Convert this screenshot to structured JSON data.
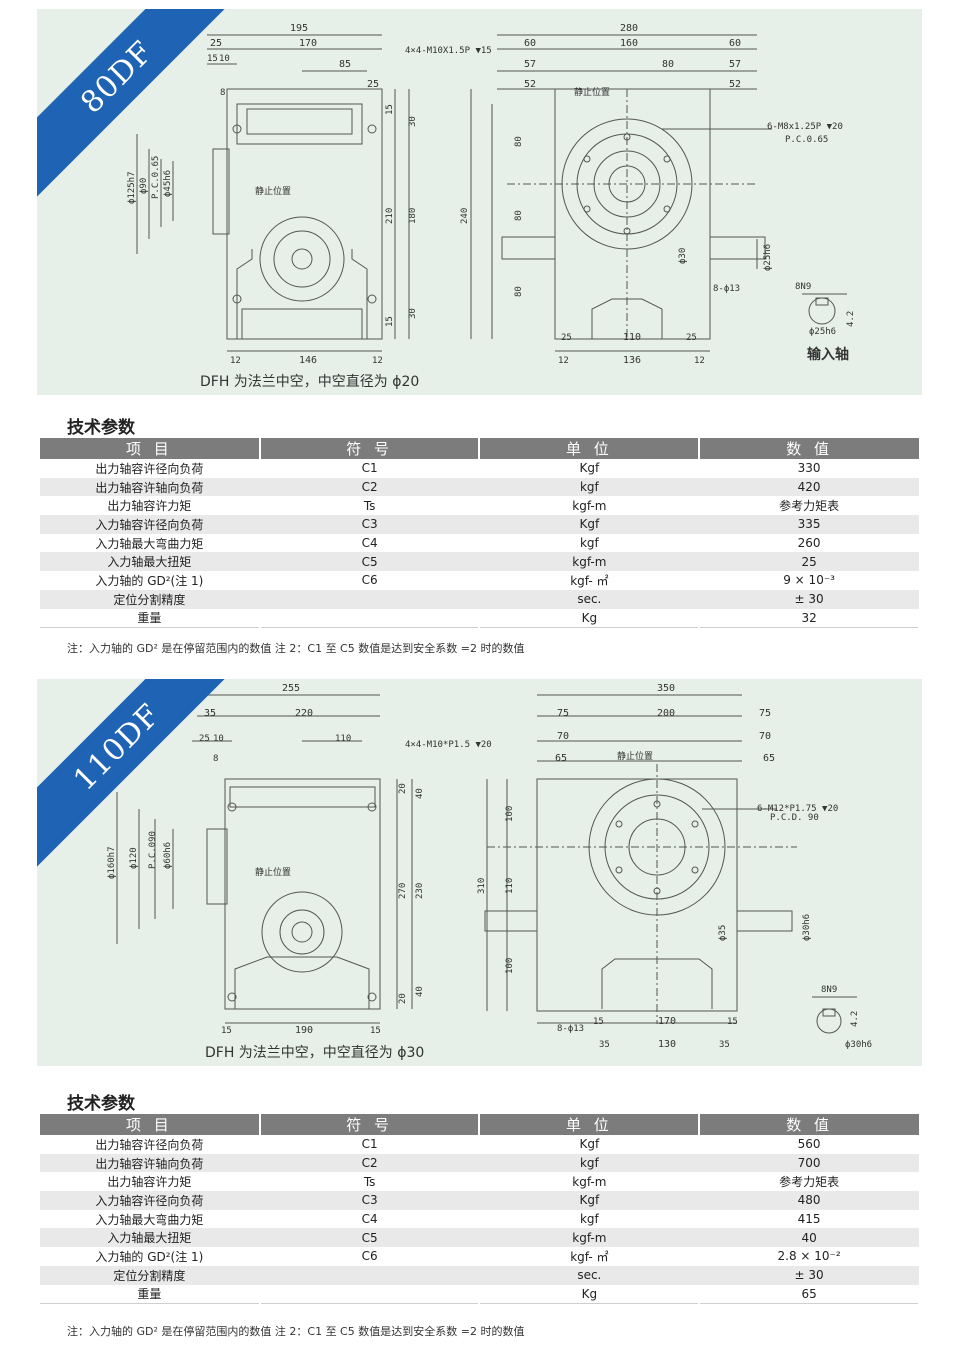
{
  "models": [
    {
      "label": "80DF",
      "caption": "DFH 为法兰中空，中空直径为 ϕ20",
      "dims": {
        "d195": "195",
        "d25a": "25",
        "d170": "170",
        "d15": "15",
        "d10": "10",
        "d85": "85",
        "d25b": "25",
        "d8": "8",
        "d4x4": "4×4-M10X1.5P ▼15",
        "d15r": "15",
        "d30a": "30",
        "d210": "210",
        "d180": "180",
        "d15r2": "15",
        "d30b": "30",
        "d125": "ϕ125h7",
        "d90": "ϕ90",
        "dpc": "P.C.0.65",
        "d45": "ϕ45h6",
        "stop1": "静止位置",
        "d12a": "12",
        "d146": "146",
        "d12b": "12",
        "d280": "280",
        "d60a": "60",
        "d160": "160",
        "d60b": "60",
        "d57a": "57",
        "d80": "80",
        "d57b": "57",
        "d52a": "52",
        "d52b": "52",
        "stop2": "静止位置",
        "d6m8": "6-M8x1.25P ▼20",
        "dpc65": "P.C.0.65",
        "d240": "240",
        "dv80a": "80",
        "dv80b": "80",
        "dv80c": "80",
        "d30s": "ϕ30",
        "d25h6": "ϕ25h6",
        "d8p13": "8-ϕ13",
        "d25c": "25",
        "d110": "110",
        "d25d": "25",
        "d12c": "12",
        "d136": "136",
        "d12d": "12",
        "d8n9": "8N9",
        "d25h6b": "ϕ25h6",
        "d42": "4.2",
        "input": "输入轴"
      }
    },
    {
      "label": "110DF",
      "caption": "DFH 为法兰中空，中空直径为 ϕ30",
      "dims": {
        "d255": "255",
        "d35": "35",
        "d220": "220",
        "d25": "25",
        "d10": "10",
        "d110": "110",
        "d8": "8",
        "d4x4": "4×4-M10*P1.5 ▼20",
        "d20a": "20",
        "d40a": "40",
        "d270": "270",
        "d230": "230",
        "d20b": "20",
        "d40b": "40",
        "d160": "ϕ160h7",
        "d120": "ϕ120",
        "dpc": "P.C.090",
        "d60": "ϕ60h6",
        "stop1": "静止位置",
        "d15a": "15",
        "d190": "190",
        "d15b": "15",
        "d350": "350",
        "d75a": "75",
        "d200": "200",
        "d75b": "75",
        "d70a": "70",
        "d70b": "70",
        "d65a": "65",
        "d65b": "65",
        "stop2": "静止位置",
        "d6m12": "6-M12*P1.75 ▼20",
        "dpc90": "P.C.D. 90",
        "d310": "310",
        "dv100a": "100",
        "dv110": "110",
        "dv100b": "100",
        "d35s": "ϕ35",
        "d30h6": "ϕ30h6",
        "d8p13": "8-ϕ13",
        "d15c": "15",
        "d170": "170",
        "d15d": "15",
        "d35c": "35",
        "d130": "130",
        "d35d": "35",
        "d8n9": "8N9",
        "d30h6b": "ϕ30h6",
        "d42": "4.2"
      }
    }
  ],
  "sections": [
    {
      "title": "技术参数",
      "headers": [
        "项 目",
        "符 号",
        "单 位",
        "数 值"
      ],
      "rows": [
        [
          "出力轴容许径向负荷",
          "C1",
          "Kgf",
          "330"
        ],
        [
          "出力轴容许轴向负荷",
          "C2",
          "kgf",
          "420"
        ],
        [
          "出力轴容许力矩",
          "Ts",
          "kgf-m",
          "参考力矩表"
        ],
        [
          "入力轴容许径向负荷",
          "C3",
          "Kgf",
          "335"
        ],
        [
          "入力轴最大弯曲力矩",
          "C4",
          "kgf",
          "260"
        ],
        [
          "入力轴最大扭矩",
          "C5",
          "kgf-m",
          "25"
        ],
        [
          "入力轴的 GD²(注 1)",
          "C6",
          "kgf- ㎡",
          "9 × 10⁻³"
        ],
        [
          "定位分割精度",
          "",
          "sec.",
          "± 30"
        ],
        [
          "重量",
          "",
          "Kg",
          "32"
        ]
      ],
      "note": "注：入力轴的 GD² 是在停留范围内的数值   注 2：C1 至 C5 数值是达到安全系数 =2 时的数值"
    },
    {
      "title": "技术参数",
      "headers": [
        "项 目",
        "符 号",
        "单 位",
        "数 值"
      ],
      "rows": [
        [
          "出力轴容许径向负荷",
          "C1",
          "Kgf",
          "560"
        ],
        [
          "出力轴容许轴向负荷",
          "C2",
          "kgf",
          "700"
        ],
        [
          "出力轴容许力矩",
          "Ts",
          "kgf-m",
          "参考力矩表"
        ],
        [
          "入力轴容许径向负荷",
          "C3",
          "Kgf",
          "480"
        ],
        [
          "入力轴最大弯曲力矩",
          "C4",
          "kgf",
          "415"
        ],
        [
          "入力轴最大扭矩",
          "C5",
          "kgf-m",
          "40"
        ],
        [
          "入力轴的 GD²(注 1)",
          "C6",
          "kgf- ㎡",
          "2.8 × 10⁻²"
        ],
        [
          "定位分割精度",
          "",
          "sec.",
          "± 30"
        ],
        [
          "重量",
          "",
          "Kg",
          "65"
        ]
      ],
      "note": "注：入力轴的 GD² 是在停留范围内的数值   注 2：C1 至 C5 数值是达到安全系数 =2 时的数值"
    }
  ]
}
